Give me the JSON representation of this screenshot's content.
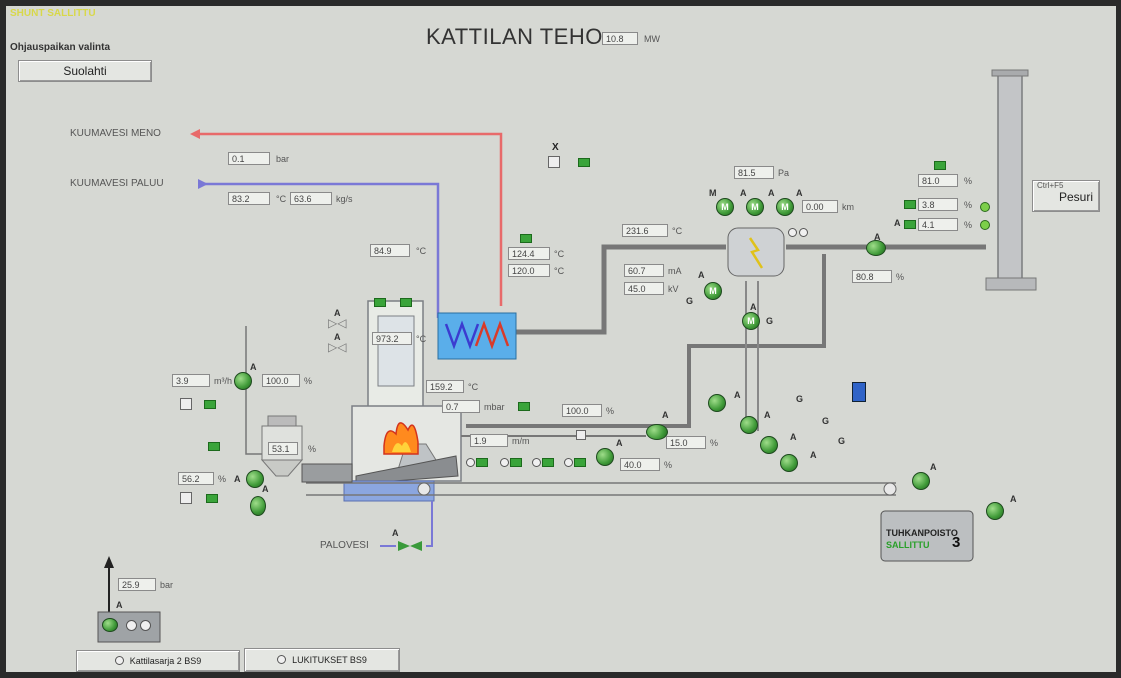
{
  "header": {
    "status_text": "SHUNT SALLITTU",
    "title": "KATTILAN TEHO",
    "power_value": "10.8",
    "power_unit": "MW"
  },
  "control": {
    "label": "Ohjauspaikan valinta",
    "button": "Suolahti"
  },
  "pipes": {
    "supply_label": "KUUMAVESI MENO",
    "return_label": "KUUMAVESI PALUU",
    "pressure_value": "0.1",
    "pressure_unit": "bar",
    "return_temp": "83.2",
    "return_temp_unit": "°C",
    "flow_value": "63.6",
    "flow_unit": "kg/s",
    "pre_temp": "84.9",
    "pre_temp_unit": "°C",
    "hx_out_temp1": "124.4",
    "hx_out_temp2": "120.0",
    "temp_unit": "°C",
    "x_label": "X"
  },
  "flue": {
    "gas_temp": "231.6",
    "gas_temp_unit": "°C",
    "fan_speed": "81.5",
    "fan_speed_unit": "Pa",
    "motor_current": "60.7",
    "motor_current_unit": "mA",
    "voltage": "45.0",
    "voltage_unit": "kV",
    "motor_rpm": "0.00",
    "motor_rpm_unit": "km",
    "motor_m_label": "M",
    "g_label": "G",
    "damper_value": "80.8",
    "damper_unit": "%"
  },
  "stack": {
    "v1": "81.0",
    "v2": "3.8",
    "v3": "4.1",
    "unit": "%"
  },
  "pesuri": {
    "shortcut": "Ctrl+F5",
    "label": "Pesuri"
  },
  "boiler": {
    "furnace_temp": "973.2",
    "furnace_temp_unit": "°C",
    "secondary_temp": "159.2",
    "secondary_temp_unit": "°C",
    "pressure_mbar": "0.7",
    "pressure_mbar_unit": "mbar",
    "grate_speed": "1.9",
    "grate_speed_unit": "m/m",
    "secondary_air": "100.0",
    "secondary_air_unit": "%",
    "fan2_value": "15.0",
    "fan2_unit": "%",
    "fan3_value": "40.0",
    "fan3_unit": "%",
    "fuel_flow": "3.9",
    "fuel_flow_unit": "m³/h",
    "fuel_valve": "100.0",
    "fuel_valve_unit": "%",
    "silo_level": "53.1",
    "silo_unit": "%",
    "feeder_value": "56.2",
    "feeder_unit": "%"
  },
  "bottom": {
    "palovesi_label": "PALOVESI",
    "ash_title": "TUHKANPOISTO",
    "ash_status": "SALLITTU",
    "ash_number": "3",
    "pump_pressure": "25.9",
    "pump_unit": "bar",
    "button1": "Kattilasarja 2 BS9",
    "button2": "LUKITUKSET BS9"
  },
  "labels": {
    "a": "A",
    "m": "M",
    "g": "G"
  },
  "colors": {
    "background": "#d6d8d3",
    "supply_pipe": "#e86a6a",
    "return_pipe": "#7a78d6",
    "status_ok": "#3aa43a",
    "motor": "#4aa040"
  }
}
